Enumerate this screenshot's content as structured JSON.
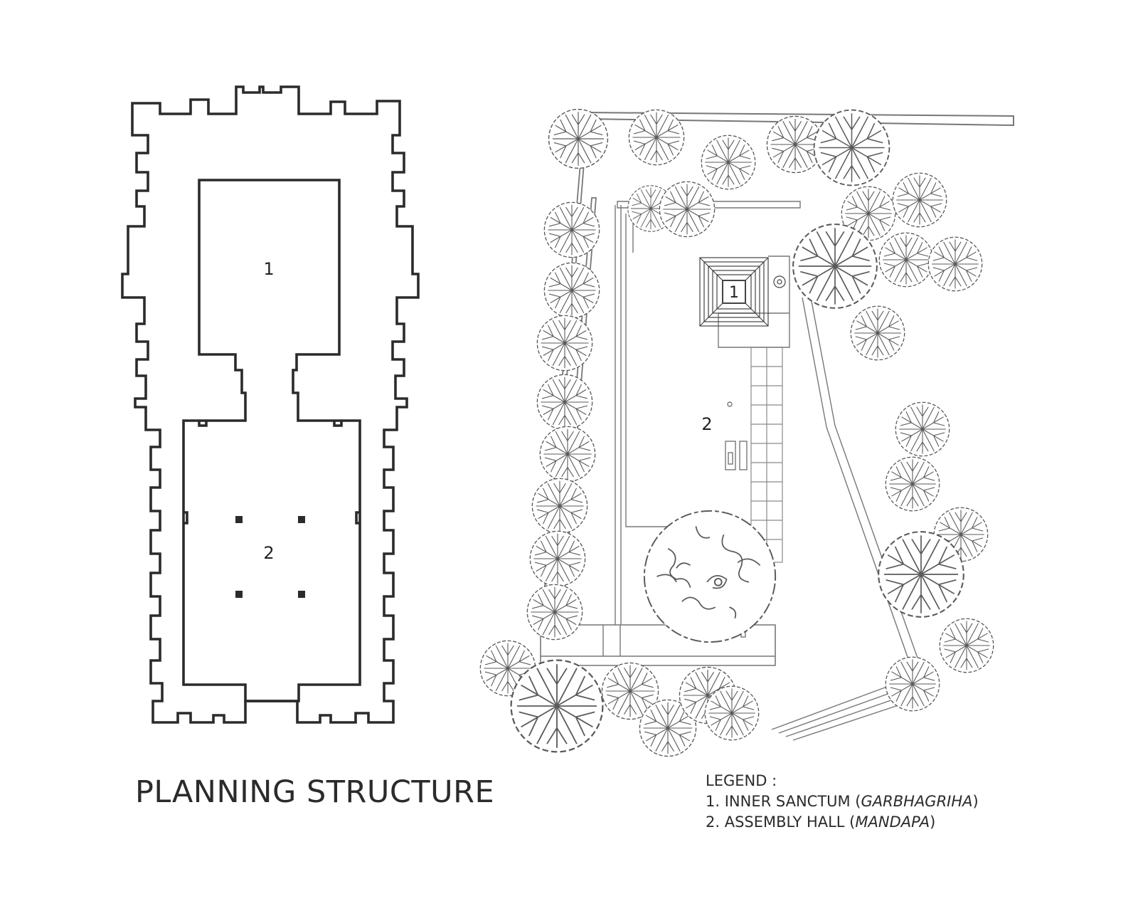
{
  "title": "PLANNING STRUCTURE",
  "plan": {
    "label_1": "1",
    "label_2": "2"
  },
  "site": {
    "label_1": "1",
    "label_2": "2"
  },
  "legend": {
    "heading": "LEGEND :",
    "items": [
      {
        "prefix": "1. INNER SANCTUM (",
        "term": "GARBHAGRIHA",
        "suffix": ")"
      },
      {
        "prefix": "2. ASSEMBLY HALL (",
        "term": "MANDAPA",
        "suffix": ")"
      }
    ]
  },
  "colors": {
    "plan_line": "#2b2b2b",
    "site_line": "#777777",
    "tree_line": "#555555",
    "text": "#2b2b2b"
  }
}
